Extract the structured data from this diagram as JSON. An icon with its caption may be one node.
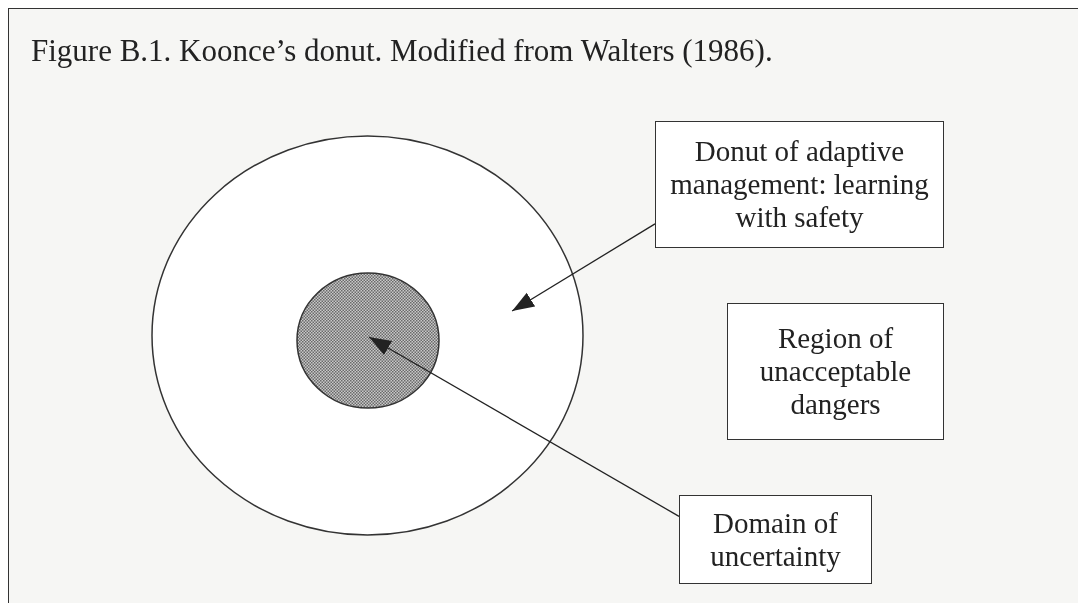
{
  "diagram": {
    "title": "Figure B.1. Koonce’s donut. Modified from Walters (1986).",
    "nodes": [
      {
        "text": [],
        "shape": "circle"
      },
      {
        "text": [],
        "shape": "circle",
        "in": 0
      },
      {
        "text": [
          "Donut of adaptive management: learning with safety"
        ]
      },
      {
        "text": [
          "Region of unacceptable dangers"
        ]
      },
      {
        "text": [
          "Domain of uncertainty"
        ]
      }
    ],
    "edges": [
      {
        "from": 2,
        "to": 0,
        "arrow": "to"
      },
      {
        "from": 4,
        "to": 1,
        "arrow": "to"
      }
    ]
  }
}
